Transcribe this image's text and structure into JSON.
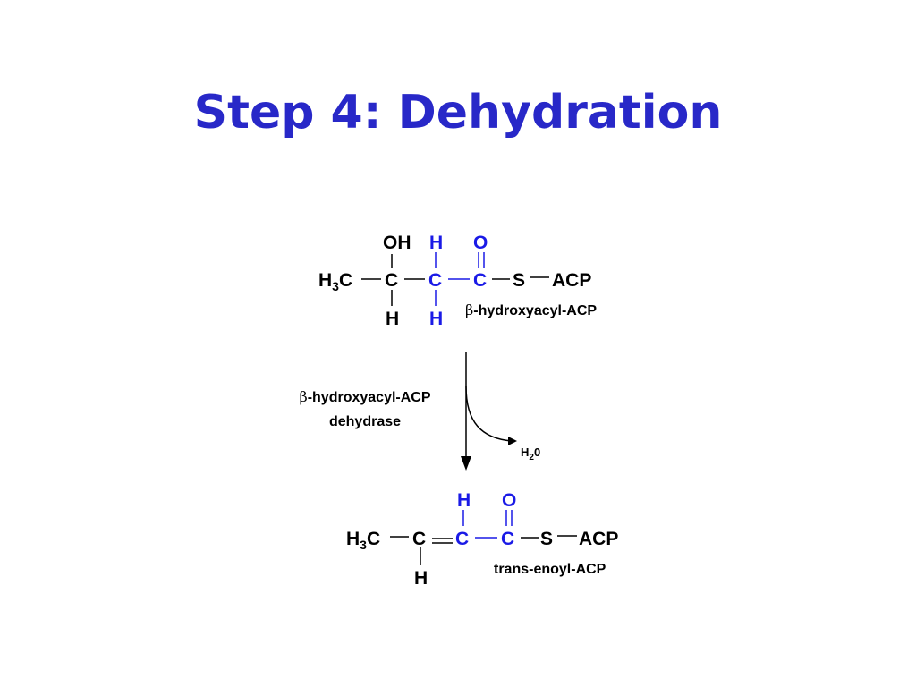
{
  "slide": {
    "title": "Step 4: Dehydration"
  },
  "colors": {
    "title": "#2828c8",
    "highlight": "#1a1ae6",
    "text": "#000000"
  },
  "reactant": {
    "h3c_main": "H",
    "h3c_sub": "3",
    "h3c_tail": "C",
    "c_beta": "C",
    "oh": "OH",
    "h_beta_bottom": "H",
    "c_alpha": "C",
    "h_alpha_top": "H",
    "h_alpha_bottom": "H",
    "c_carbonyl": "C",
    "o_carbonyl": "O",
    "s": "S",
    "acp": "ACP",
    "name_symbol": "β",
    "name_rest": "-hydroxyacyl-ACP"
  },
  "reaction": {
    "enzyme_symbol": "β",
    "enzyme_line1_rest": "-hydroxyacyl-ACP",
    "enzyme_line2": "dehydrase",
    "byproduct_main": "H",
    "byproduct_sub": "2",
    "byproduct_tail": "0"
  },
  "product": {
    "h3c_main": "H",
    "h3c_sub": "3",
    "h3c_tail": "C",
    "c_beta": "C",
    "h_beta_bottom": "H",
    "c_alpha": "C",
    "h_alpha_top": "H",
    "c_carbonyl": "C",
    "o_carbonyl": "O",
    "s": "S",
    "acp": "ACP",
    "name": "trans-enoyl-ACP"
  }
}
